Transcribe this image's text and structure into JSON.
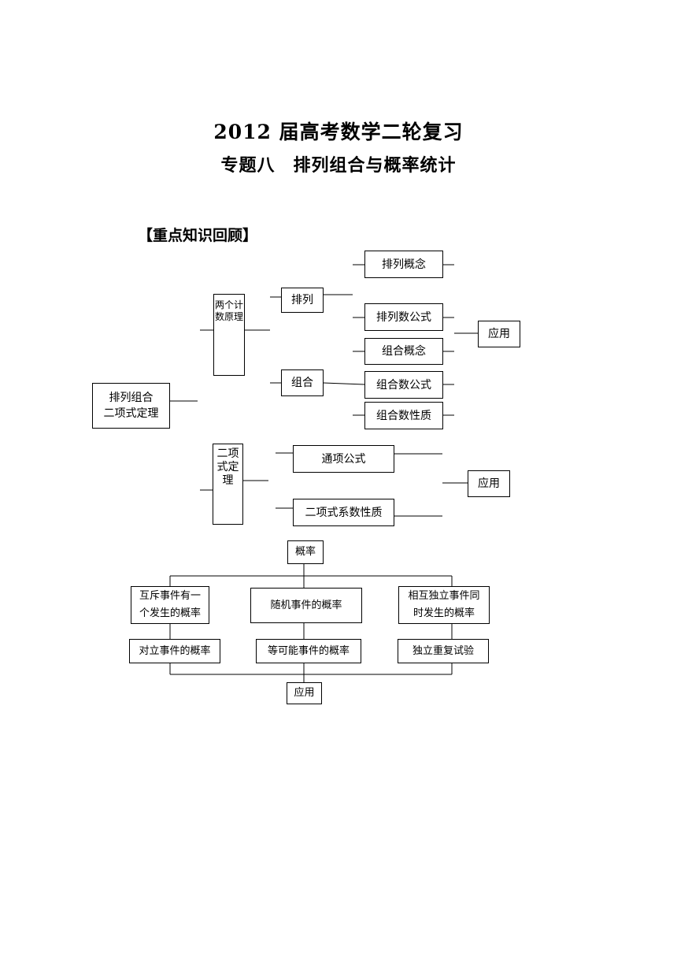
{
  "title": "2012 届高考数学二轮复习",
  "subtitle": "专题八　排列组合与概率统计",
  "section_heading": "【重点知识回顾】",
  "diagram1": {
    "root": "排列组合\n二项式定理",
    "counting_principles": "两个计数原理",
    "permutation": "排列",
    "combination": "组合",
    "perm_concept": "排列概念",
    "perm_formula": "排列数公式",
    "application_1": "应用",
    "comb_concept": "组合概念",
    "comb_formula": "组合数公式",
    "comb_property": "组合数性质",
    "binomial_theorem": "二项式定理",
    "general_term": "通项公式",
    "coef_property": "二项式系数性质",
    "application_2": "应用"
  },
  "diagram2": {
    "probability": "概率",
    "mutually_exclusive": "互斥事件有一个发生的概率",
    "random_event": "随机事件的概率",
    "independent": "相互独立事件同时发生的概率",
    "complement": "对立事件的概率",
    "equally_likely": "等可能事件的概率",
    "repeated_trials": "独立重复试验",
    "application": "应用"
  }
}
